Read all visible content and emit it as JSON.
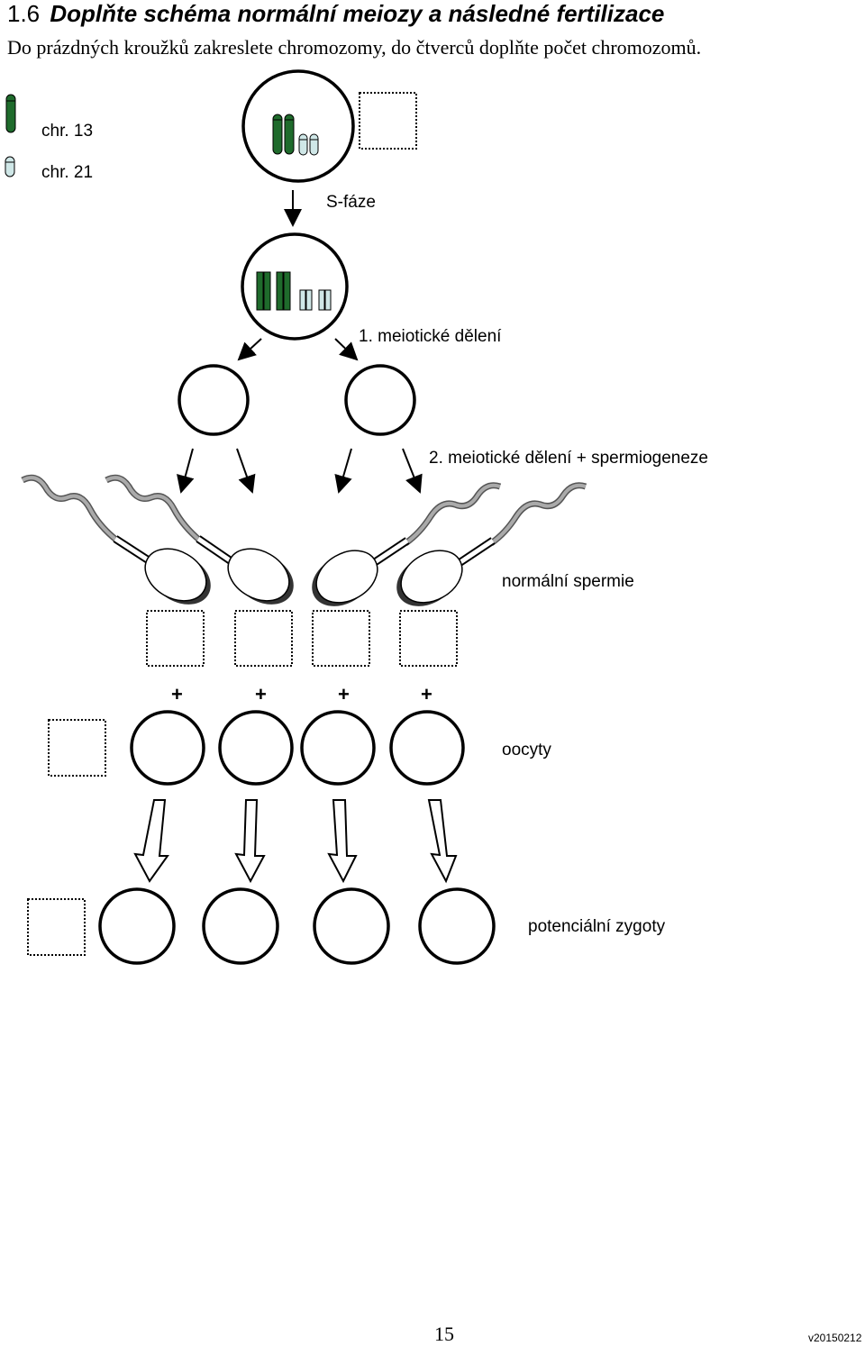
{
  "header": {
    "number": "1.6",
    "title": "Doplňte schéma normální meiozy a následné fertilizace",
    "instruction": "Do prázdných kroužků zakreslete chromozomy, do čtverců doplňte počet chromozomů."
  },
  "legend": {
    "chr13_label": "chr. 13",
    "chr21_label": "chr. 21",
    "chr13_color": "#1f6b2c",
    "chr21_color": "#cfe7e7"
  },
  "stages": {
    "s_phase": "S-fáze",
    "meiosis1": "1. meiotické dělení",
    "meiosis2": "2. meiotické dělení + spermiogeneze",
    "sperm": "normální spermie",
    "oocytes": "oocyty",
    "zygotes": "potenciální zygoty"
  },
  "plus_signs": [
    "+",
    "+",
    "+",
    "+"
  ],
  "footer": {
    "page_number": "15",
    "version": "v20150212"
  }
}
